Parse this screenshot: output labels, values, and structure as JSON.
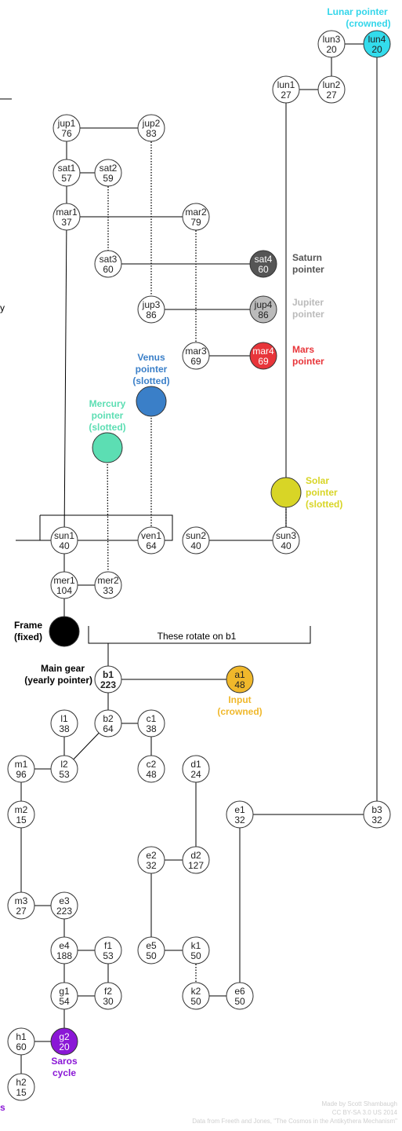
{
  "gears": {
    "lun3": {
      "name": "lun3",
      "teeth": "20"
    },
    "lun4": {
      "name": "lun4",
      "teeth": "20",
      "fill": "#33dcec"
    },
    "lun1": {
      "name": "lun1",
      "teeth": "27"
    },
    "lun2": {
      "name": "lun2",
      "teeth": "27"
    },
    "jup1": {
      "name": "jup1",
      "teeth": "76"
    },
    "jup2": {
      "name": "jup2",
      "teeth": "83"
    },
    "sat1": {
      "name": "sat1",
      "teeth": "57"
    },
    "sat2": {
      "name": "sat2",
      "teeth": "59"
    },
    "mar1": {
      "name": "mar1",
      "teeth": "37"
    },
    "mar2": {
      "name": "mar2",
      "teeth": "79"
    },
    "sat3": {
      "name": "sat3",
      "teeth": "60"
    },
    "sat4": {
      "name": "sat4",
      "teeth": "60",
      "fill": "#555555"
    },
    "jup3": {
      "name": "jup3",
      "teeth": "86"
    },
    "jup4": {
      "name": "jup4",
      "teeth": "86",
      "fill": "#bbbbbb"
    },
    "mar3": {
      "name": "mar3",
      "teeth": "69"
    },
    "mar4": {
      "name": "mar4",
      "teeth": "69",
      "fill": "#e8353a"
    },
    "sun1": {
      "name": "sun1",
      "teeth": "40"
    },
    "ven1": {
      "name": "ven1",
      "teeth": "64"
    },
    "sun2": {
      "name": "sun2",
      "teeth": "40"
    },
    "sun3": {
      "name": "sun3",
      "teeth": "40"
    },
    "mer1": {
      "name": "mer1",
      "teeth": "104"
    },
    "mer2": {
      "name": "mer2",
      "teeth": "33"
    },
    "b1": {
      "name": "b1",
      "teeth": "223"
    },
    "a1": {
      "name": "a1",
      "teeth": "48",
      "fill": "#f0b82b"
    },
    "l1": {
      "name": "l1",
      "teeth": "38"
    },
    "b2": {
      "name": "b2",
      "teeth": "64"
    },
    "c1": {
      "name": "c1",
      "teeth": "38"
    },
    "m1": {
      "name": "m1",
      "teeth": "96"
    },
    "l2": {
      "name": "l2",
      "teeth": "53"
    },
    "c2": {
      "name": "c2",
      "teeth": "48"
    },
    "d1": {
      "name": "d1",
      "teeth": "24"
    },
    "m2": {
      "name": "m2",
      "teeth": "15"
    },
    "e1": {
      "name": "e1",
      "teeth": "32"
    },
    "b3": {
      "name": "b3",
      "teeth": "32"
    },
    "e2": {
      "name": "e2",
      "teeth": "32"
    },
    "d2": {
      "name": "d2",
      "teeth": "127"
    },
    "m3": {
      "name": "m3",
      "teeth": "27"
    },
    "e3": {
      "name": "e3",
      "teeth": "223"
    },
    "e4": {
      "name": "e4",
      "teeth": "188"
    },
    "f1": {
      "name": "f1",
      "teeth": "53"
    },
    "e5": {
      "name": "e5",
      "teeth": "50"
    },
    "k1": {
      "name": "k1",
      "teeth": "50"
    },
    "g1": {
      "name": "g1",
      "teeth": "54"
    },
    "f2": {
      "name": "f2",
      "teeth": "30"
    },
    "k2": {
      "name": "k2",
      "teeth": "50"
    },
    "e6": {
      "name": "e6",
      "teeth": "50"
    },
    "h1": {
      "name": "h1",
      "teeth": "60"
    },
    "g2": {
      "name": "g2",
      "teeth": "20",
      "fill": "#8a17d6"
    },
    "h2": {
      "name": "h2",
      "teeth": "15"
    }
  },
  "pointers": {
    "venus": {
      "fill": "#3a7fc8"
    },
    "mercury": {
      "fill": "#5cdeb3"
    },
    "solar": {
      "fill": "#d8d526"
    },
    "frame": {
      "fill": "#000000"
    }
  },
  "labels": {
    "lunar_pointer_1": "Lunar pointer",
    "lunar_pointer_2": "(crowned)",
    "saturn_1": "Saturn",
    "saturn_2": "pointer",
    "jupiter_1": "Jupiter",
    "jupiter_2": "pointer",
    "mars_1": "Mars",
    "mars_2": "pointer",
    "venus_1": "Venus",
    "venus_2": "pointer",
    "venus_3": "(slotted)",
    "mercury_1": "Mercury",
    "mercury_2": "pointer",
    "mercury_3": "(slotted)",
    "solar_1": "Solar",
    "solar_2": "pointer",
    "solar_3": "(slotted)",
    "frame_1": "Frame",
    "frame_2": "(fixed)",
    "rotate_note": "These rotate on b1",
    "main_gear_1": "Main gear",
    "main_gear_2": "(yearly pointer)",
    "input_1": "Input",
    "input_2": "(crowned)",
    "saros_1": "Saros",
    "saros_2": "cycle",
    "edge_letter": "y",
    "edge_s": "s"
  },
  "label_colors": {
    "lunar": "#33d6ea",
    "saturn": "#555555",
    "jupiter": "#bbbbbb",
    "mars": "#e8353a",
    "venus": "#3a7fc8",
    "mercury": "#5cdeb3",
    "solar": "#d8d526",
    "input": "#f0b82b",
    "saros": "#8a17d6"
  },
  "credits": {
    "line1": "Made by Scott Shambaugh",
    "line2": "CC BY-SA 3.0 US 2014",
    "line3": "Data from Freeth and Jones, \"The Cosmos in the Antikythera Mechanism\""
  }
}
